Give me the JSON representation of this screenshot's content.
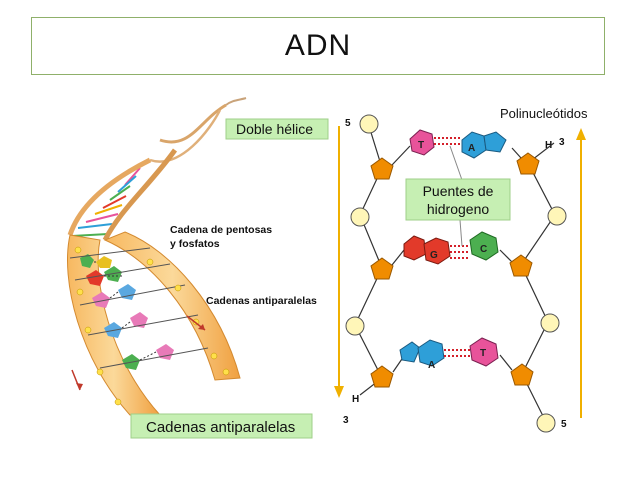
{
  "title": "ADN",
  "labels": {
    "doble_helice": "Doble hélice",
    "cadena_pentosas_1": "Cadena de pentosas",
    "cadena_pentosas_2": "y fosfatos",
    "cadenas_antiparalelas_side": "Cadenas antiparalelas",
    "cadenas_antiparalelas_box": "Cadenas antiparalelas",
    "polinucleotidos": "Polinucleótidos",
    "puentes_1": "Puentes de",
    "puentes_2": "hidrogeno",
    "left_top_end": "5",
    "left_bottom_end": "3",
    "right_top_end": "3",
    "right_bottom_end": "5",
    "h_top": "H",
    "h_bottom": "H"
  },
  "bases": {
    "pair1_left": "T",
    "pair1_right": "A",
    "pair2_left": "G",
    "pair2_right": "C",
    "pair3_left": "A",
    "pair3_right": "T"
  },
  "colors": {
    "title_border": "#8fb06a",
    "green_box": "#c6efb3",
    "arrow": "#f0b000",
    "pentose": "#f08c00",
    "phosphate": "#fff6b8",
    "thymine": "#e8539a",
    "adenine": "#2e9fd8",
    "guanine": "#e23a2a",
    "cytosine": "#4caf50",
    "hbond": "#d4202a"
  }
}
